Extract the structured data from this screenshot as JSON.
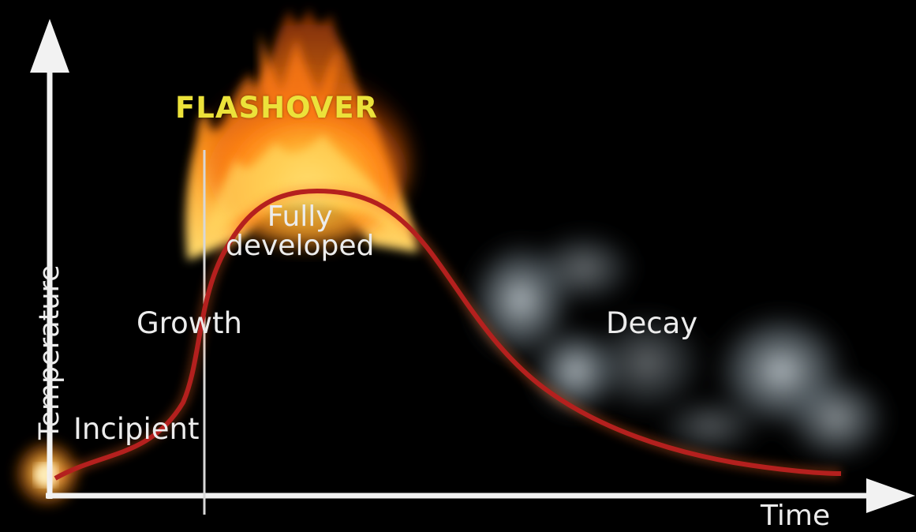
{
  "labels": {
    "flashover": "FLASHOVER",
    "fully_developed_line1": "Fully",
    "fully_developed_line2": "developed",
    "growth": "Growth",
    "decay": "Decay",
    "incipient": "Incipient",
    "x_axis": "Time",
    "y_axis": "Temperature"
  },
  "stages": [
    "Incipient",
    "Growth",
    "Fully developed",
    "Decay"
  ],
  "colors": {
    "background": "#000000",
    "curve": "#b4201e",
    "flashover_text": "#ece23a",
    "axes": "#f2f2f2",
    "label_text": "#ececec",
    "flame": "#ff8a12",
    "smoke": "#c6d2d8"
  }
}
